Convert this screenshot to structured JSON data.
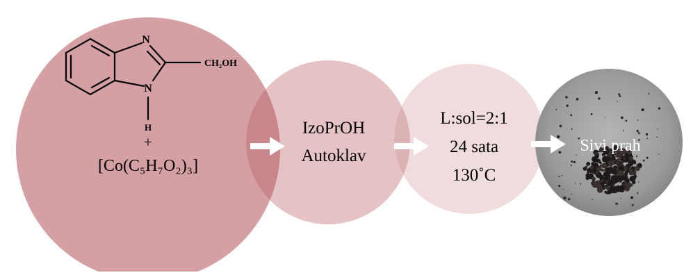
{
  "colors": {
    "circle1": "#d4a0a3",
    "circle2": "#e5c2c3",
    "circle3": "#f0dcdc",
    "overlap": "#c98589",
    "arrow": "#ffffff",
    "photo_bg": "#9c9c9c"
  },
  "reactant": {
    "atom_n_top": "N",
    "atom_n_bottom": "N",
    "substituent": "CH₂OH",
    "atom_h": "H",
    "plus": "+",
    "cobalt_complex": "[Co(C₅H₇O₂)₃]"
  },
  "step1": {
    "line1": "IzoPrOH",
    "line2": "Autoklav"
  },
  "step2": {
    "line1": "L:sol=2:1",
    "line2": "24 sata",
    "line3": "130˚C"
  },
  "product": {
    "label": "Sivi prah"
  }
}
